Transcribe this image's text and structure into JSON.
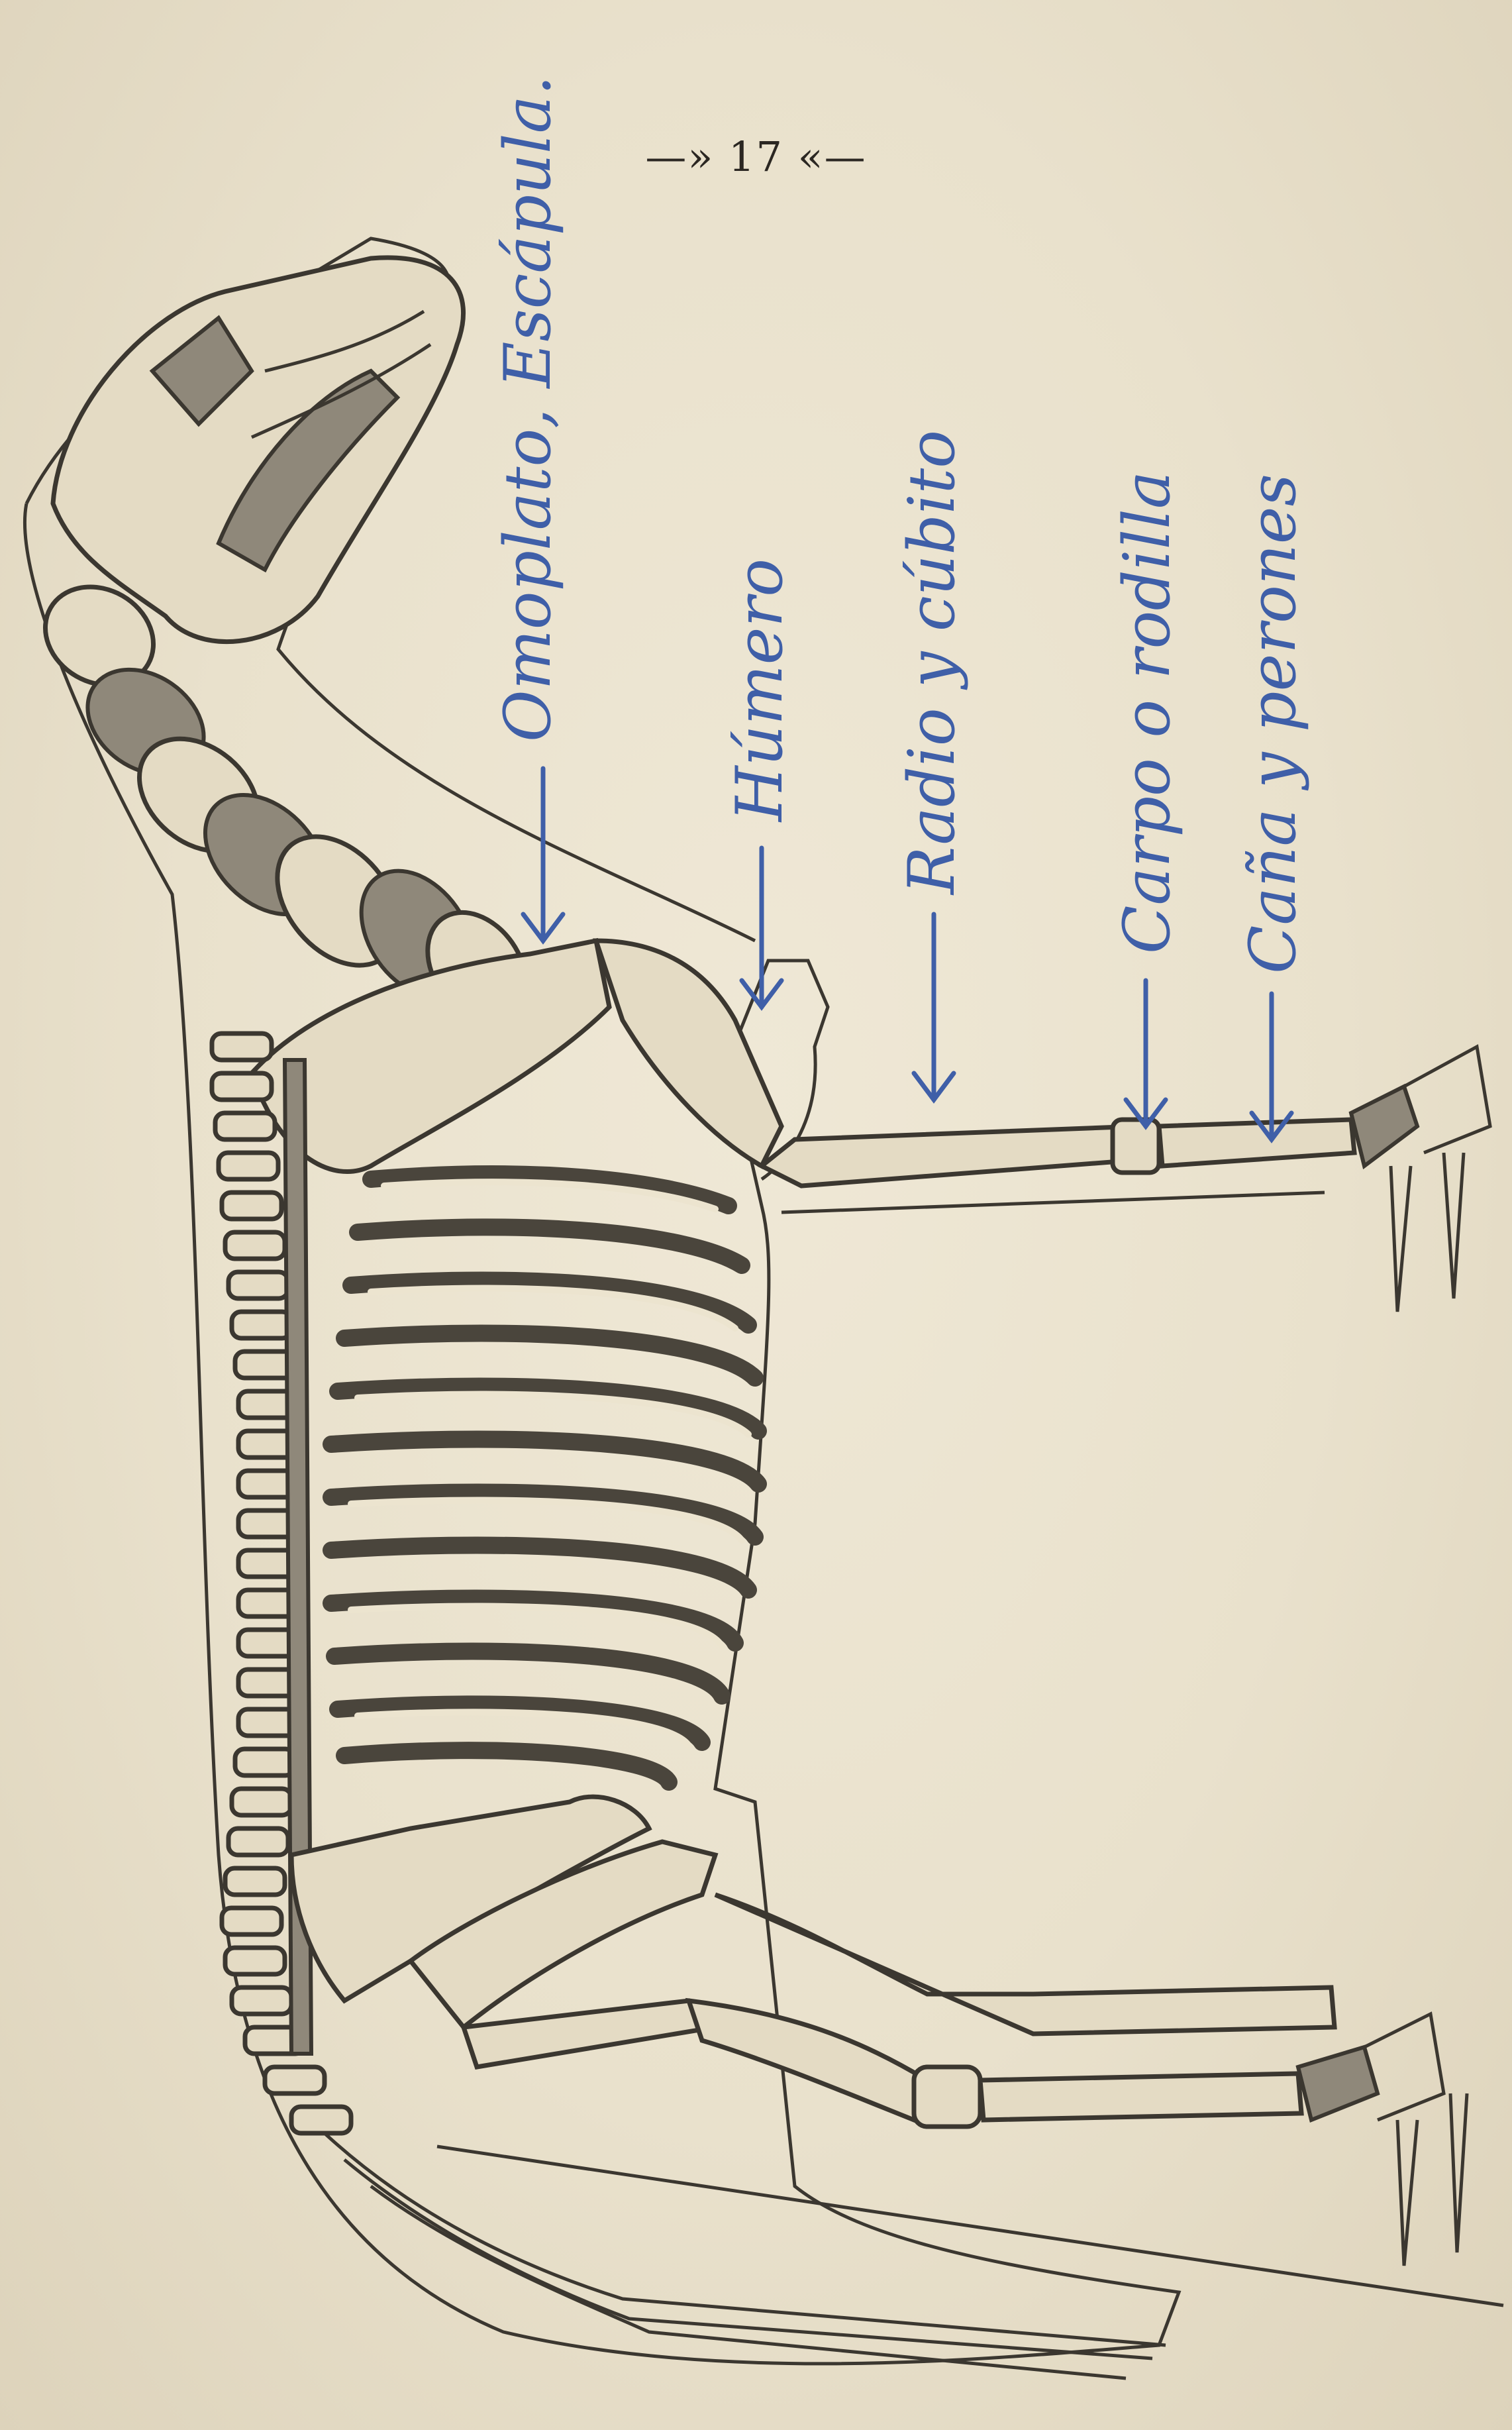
{
  "page": {
    "number": "—» 17 «—"
  },
  "annotations": [
    {
      "text": "Omoplato, Escápula."
    },
    {
      "text": "Húmero"
    },
    {
      "text": "Radio y cúbito"
    },
    {
      "text": "Carpo o rodilla"
    },
    {
      "text": "Caña y perones"
    }
  ],
  "colors": {
    "paper": "#ebe3cf",
    "ink": "#3b3730",
    "handwriting": "#3f5fa8"
  }
}
